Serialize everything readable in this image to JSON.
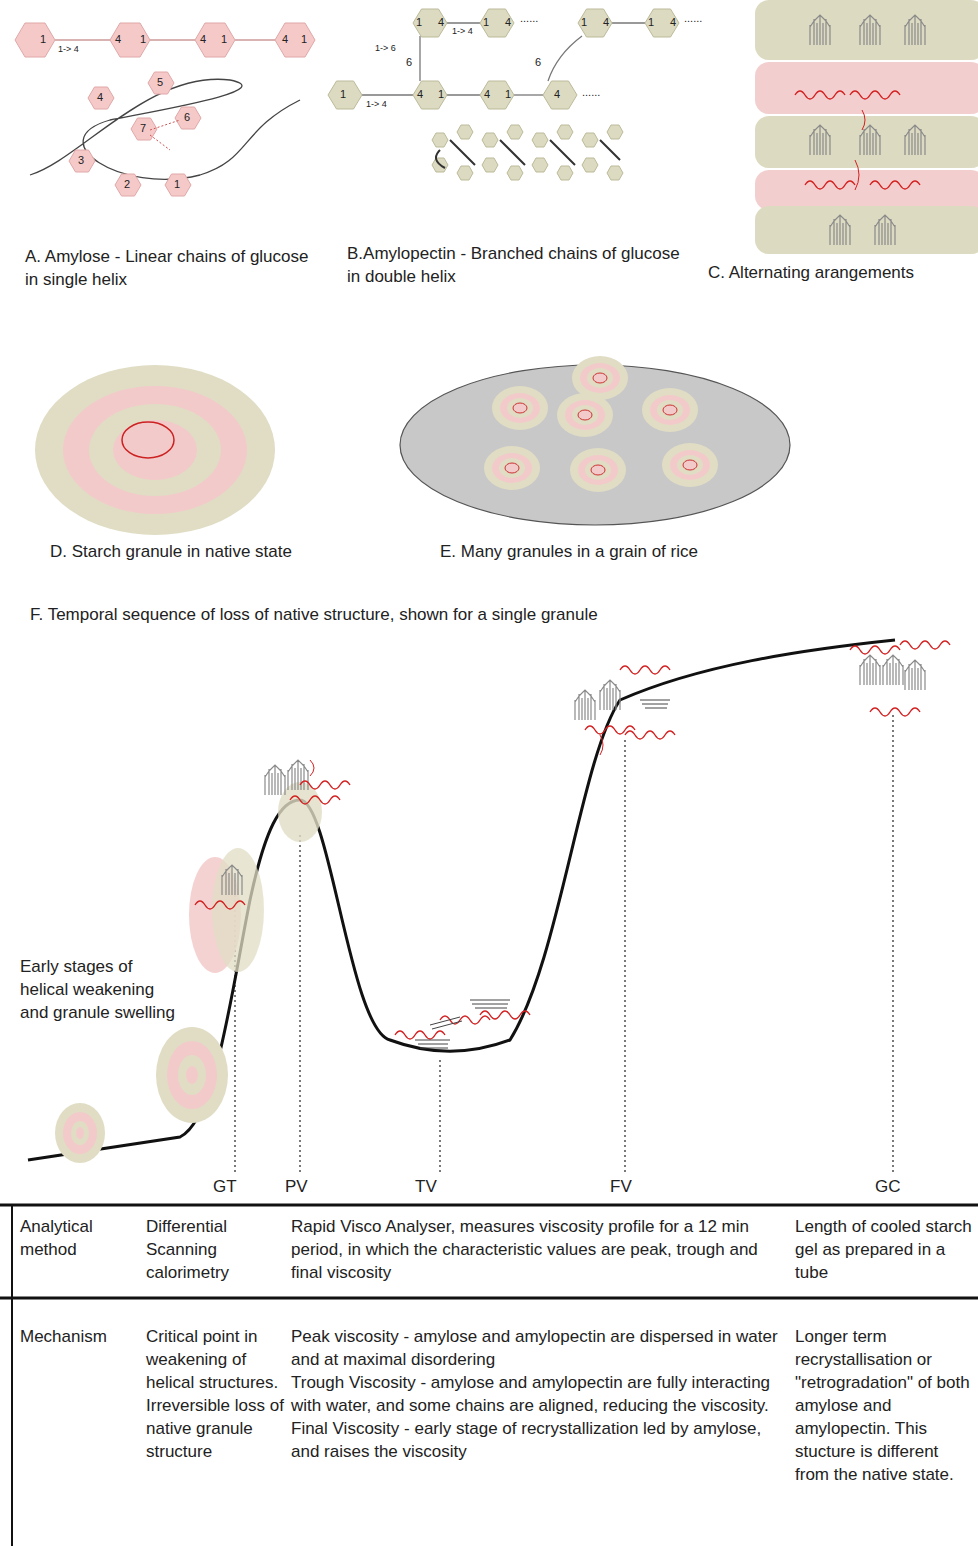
{
  "diagram": {
    "labels": [
      "1",
      "1-> 4",
      "4",
      "1",
      "4",
      "1",
      "4",
      "1",
      "5",
      "4",
      "7",
      "6",
      "3",
      "2",
      "1",
      "1",
      "4",
      "1-> 4",
      "1",
      "4",
      "......",
      "1",
      "4",
      "1",
      "4",
      "......",
      "1-> 6",
      "6",
      "6",
      "1",
      "1-> 4",
      "4",
      "1",
      "4",
      "1",
      "4",
      "......",
      "A. Amylose - Linear chains of glucose in single helix",
      "B.Amylopectin - Branched chains of glucose in double helix",
      "C. Alternating arangements",
      "D. Starch granule in native state",
      "E. Many granules in a grain of rice",
      "F. Temporal sequence of loss of native structure, shown for a single granule",
      "Early stages of helical weakening and granule swelling",
      "GT",
      "PV",
      "TV",
      "FV",
      "GC",
      "Analytical method",
      "Differential Scanning calorimetry",
      "Rapid Visco Analyser, measures viscosity profile for a 12 min period, in which the characteristic values are peak, trough and final viscosity",
      "Length of cooled starch gel as prepared in a tube",
      "Mechanism",
      "Critical point in weakening of helical structures. Irreversible loss of native granule structure",
      "Peak viscosity - amylose and amylopectin are dispersed in water and at maximal disordering",
      "Trough Viscosity - amylose and amylopectin are fully interacting with water, and some chains are aligned, reducing the viscosity.",
      "Final Viscosity - early stage of recrystallization led by amylose, and raises the viscosity",
      "Longer term recrystallisation or \"retrogradation\" of both amylose and amylopectin. This stucture is different from the native state."
    ]
  }
}
